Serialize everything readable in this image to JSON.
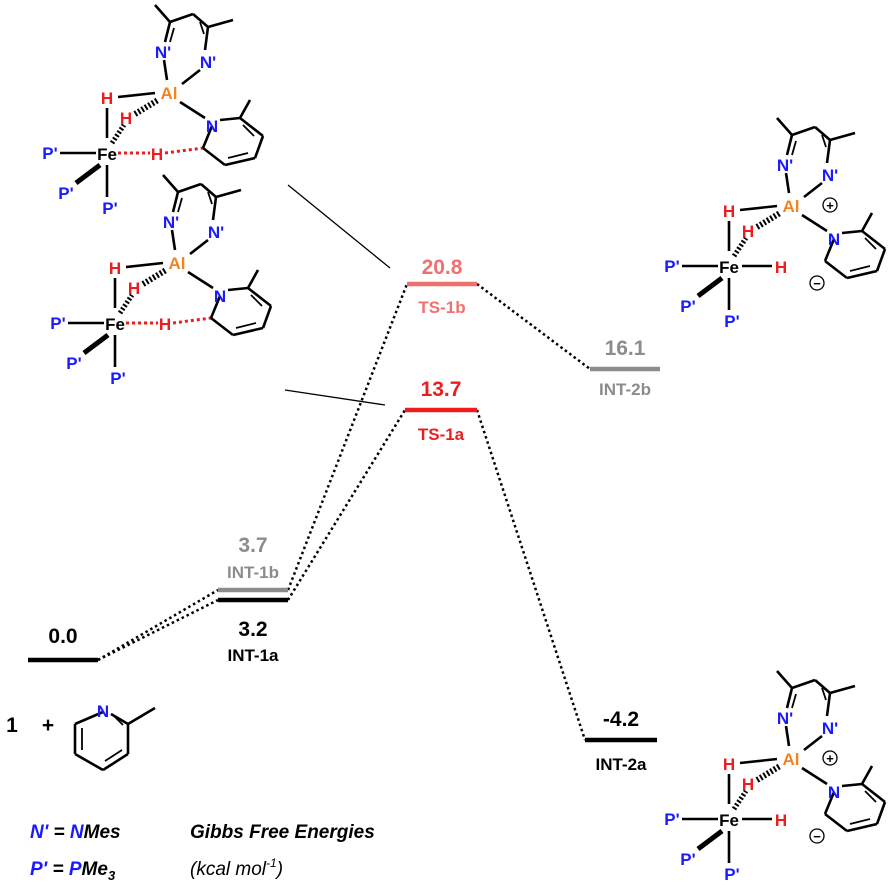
{
  "diagram": {
    "title": "Gibbs Free Energies",
    "units": "(kcal mol",
    "units_sup": "-1",
    "units_close": ")",
    "levels": [
      {
        "id": "start",
        "value": "0.0",
        "label": "",
        "color": "#000000"
      },
      {
        "id": "int1b",
        "value": "3.7",
        "label": "INT-1b",
        "color": "#8c8c8c"
      },
      {
        "id": "int1a",
        "value": "3.2",
        "label": "INT-1a",
        "color": "#000000"
      },
      {
        "id": "ts1b",
        "value": "20.8",
        "label": "TS-1b",
        "color": "#f07070"
      },
      {
        "id": "ts1a",
        "value": "13.7",
        "label": "TS-1a",
        "color": "#ee1c1c"
      },
      {
        "id": "int2b",
        "value": "16.1",
        "label": "INT-2b",
        "color": "#8c8c8c"
      },
      {
        "id": "int2a",
        "value": "-4.2",
        "label": "INT-2a",
        "color": "#000000"
      }
    ],
    "reactants": {
      "compound": "1",
      "plus": "+"
    },
    "atoms": {
      "n_prime": "N'",
      "al": "Al",
      "h": "H",
      "fe": "Fe",
      "p_prime": "P'",
      "n": "N",
      "plus_charge": "+",
      "minus_charge": "−"
    },
    "legend": [
      {
        "sym": "N'",
        "eq": " = ",
        "sym2": "N",
        "rest": "Mes",
        "sub": ""
      },
      {
        "sym": "P'",
        "eq": " = ",
        "sym2": "P",
        "rest": "Me",
        "sub": "3"
      }
    ],
    "colors": {
      "n": "#1a1aff",
      "al": "#f58220",
      "h": "#ee1c1c",
      "bond": "#000000"
    }
  }
}
